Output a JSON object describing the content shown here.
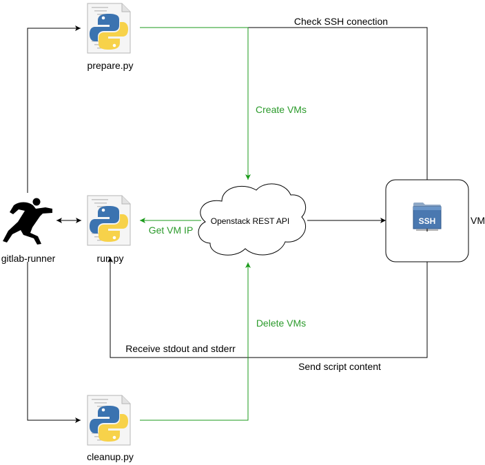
{
  "colors": {
    "line": "#000000",
    "flow": "#1a9a1a",
    "flow_text": "#2a9a2a",
    "python_blue": "#3b73b0",
    "python_yellow": "#f7d24a",
    "ssh_blue": "#4a78b0"
  },
  "nodes": {
    "runner": {
      "label": "gitlab-runner",
      "icon": "runner-silhouette-icon"
    },
    "prepare": {
      "label": "prepare.py",
      "icon": "python-file-icon"
    },
    "run": {
      "label": "run.py",
      "icon": "python-file-icon"
    },
    "cleanup": {
      "label": "cleanup.py",
      "icon": "python-file-icon"
    },
    "api": {
      "label": "Openstack REST API",
      "shape": "cloud"
    },
    "vm": {
      "label": "VM",
      "icon": "ssh-folder-icon",
      "icon_text": "SSH"
    }
  },
  "edges": {
    "check_ssh": "Check SSH conection",
    "create_vms": "Create VMs",
    "get_vm_ip": "Get VM IP",
    "delete_vms": "Delete VMs",
    "receive_output": "Receive stdout and stderr",
    "send_script": "Send script content"
  }
}
